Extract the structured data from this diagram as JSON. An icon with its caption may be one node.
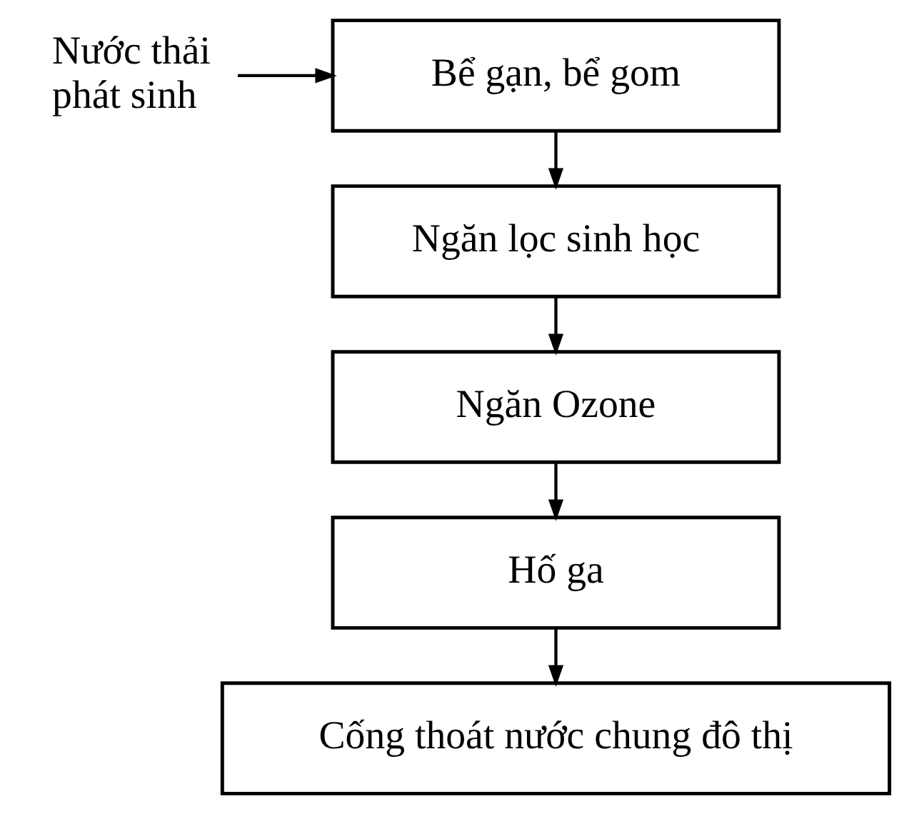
{
  "diagram": {
    "nodes": [
      {
        "text": [
          "Nước thải phát sinh"
        ]
      },
      {
        "text": [
          "Bể gạn, bể gom"
        ]
      },
      {
        "text": [
          "Ngăn lọc sinh học"
        ]
      },
      {
        "text": [
          "Ngăn Ozone"
        ]
      },
      {
        "text": [
          "Hố ga"
        ]
      },
      {
        "text": [
          "Cống thoát nước chung đô thị"
        ]
      }
    ],
    "edges": [
      {
        "from": 0,
        "to": 1,
        "arrow": "to"
      },
      {
        "from": 1,
        "to": 2,
        "arrow": "to"
      },
      {
        "from": 2,
        "to": 3,
        "arrow": "to"
      },
      {
        "from": 3,
        "to": 4,
        "arrow": "to"
      },
      {
        "from": 4,
        "to": 5,
        "arrow": "to"
      }
    ]
  }
}
